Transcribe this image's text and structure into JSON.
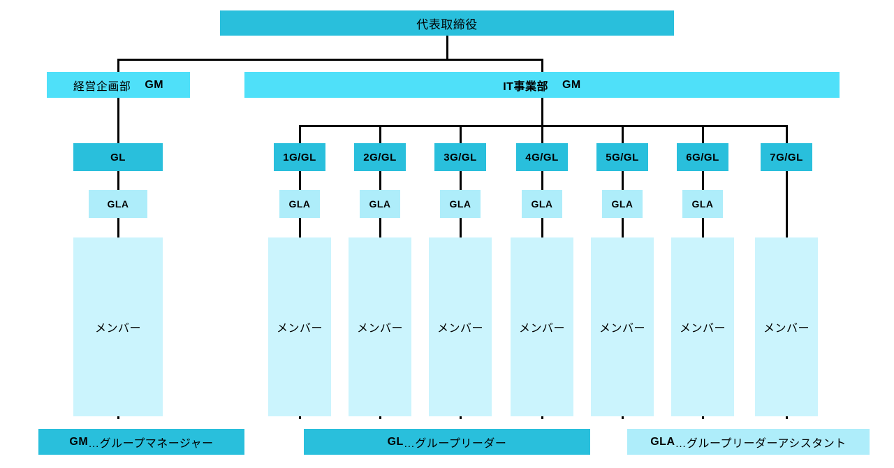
{
  "chart": {
    "root_label": "代表取締役",
    "departments": {
      "left": {
        "name": "経営企画部",
        "role": "GM"
      },
      "right": {
        "name": "IT事業部",
        "role": "GM"
      }
    },
    "left_group": {
      "gl": "GL",
      "gla": "GLA",
      "member": "メンバー"
    },
    "it_groups": [
      {
        "gl": "1G/GL",
        "gla": "GLA",
        "member": "メンバー"
      },
      {
        "gl": "2G/GL",
        "gla": "GLA",
        "member": "メンバー"
      },
      {
        "gl": "3G/GL",
        "gla": "GLA",
        "member": "メンバー"
      },
      {
        "gl": "4G/GL",
        "gla": "GLA",
        "member": "メンバー"
      },
      {
        "gl": "5G/GL",
        "gla": "GLA",
        "member": "メンバー"
      },
      {
        "gl": "6G/GL",
        "gla": "GLA",
        "member": "メンバー"
      },
      {
        "gl": "7G/GL",
        "member": "メンバー"
      }
    ],
    "legend": [
      {
        "abbr": "GM",
        "desc": "…グループマネージャー"
      },
      {
        "abbr": "GL",
        "desc": "…グループリーダー"
      },
      {
        "abbr": "GLA",
        "desc": "…グループリーダーアシスタント"
      }
    ],
    "colors": {
      "dark_cyan": "#29BFDC",
      "light_cyan": "#4FE0F9",
      "pale_cyan_gla": "#AEEDFA",
      "pale_cyan_member": "#CBF4FD"
    }
  }
}
